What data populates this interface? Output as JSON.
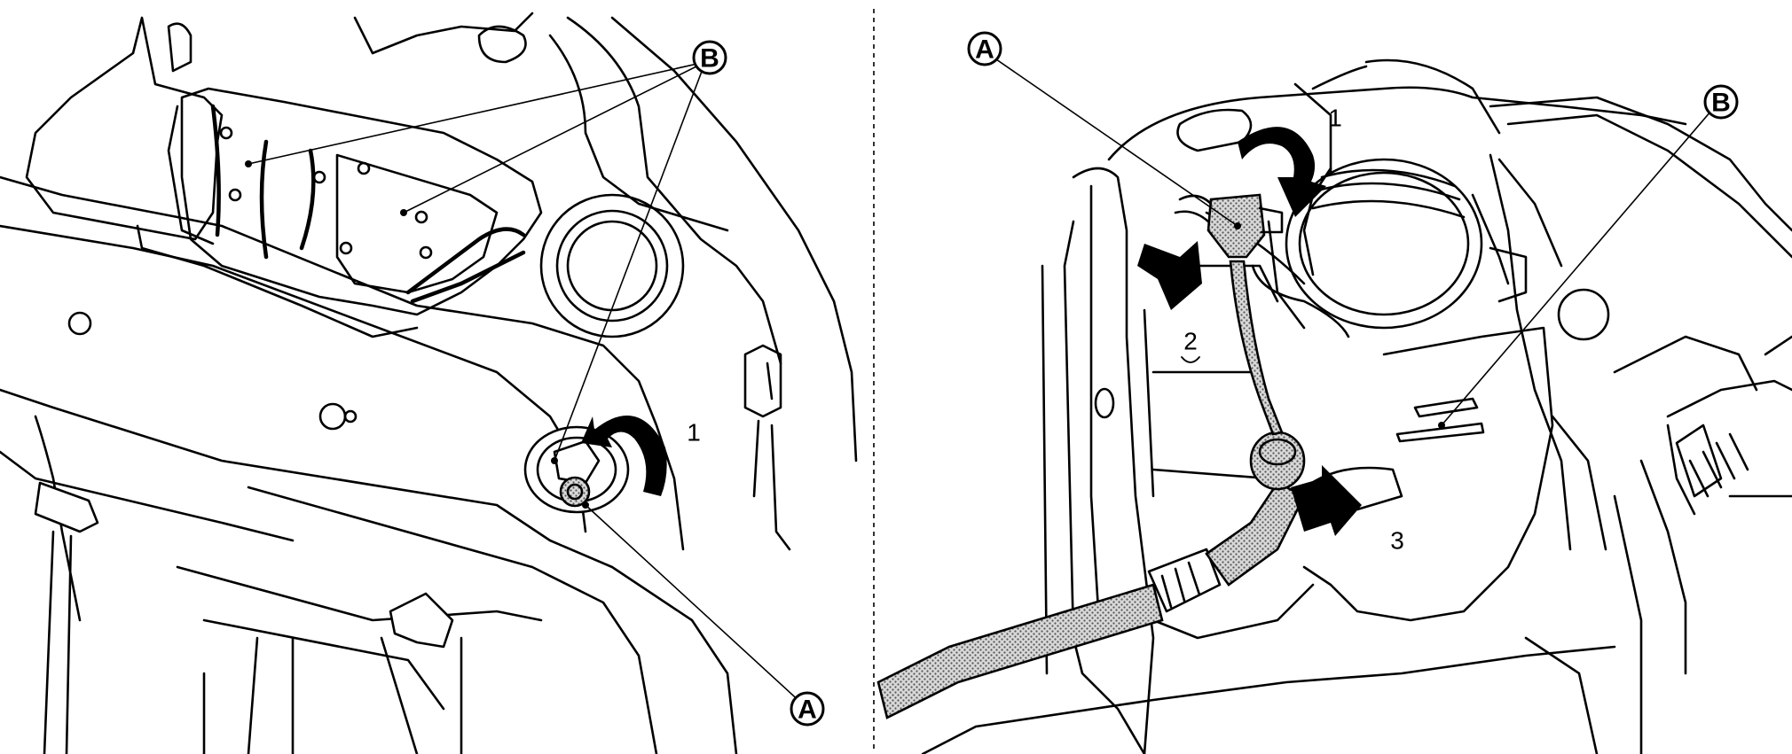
{
  "left_panel": {
    "callout_b": "B",
    "callout_a": "A",
    "step_1": "1"
  },
  "right_panel": {
    "callout_a": "A",
    "callout_b": "B",
    "step_1": "1",
    "step_2": "2",
    "step_3": "3"
  },
  "colors": {
    "line": "#000000",
    "background": "#ffffff",
    "hatch": "#888888"
  }
}
